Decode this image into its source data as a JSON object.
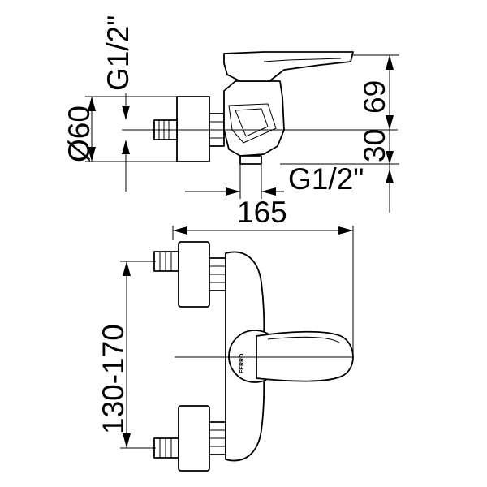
{
  "dimensions": {
    "thread_top": "G1/2\"",
    "diameter": "Ø60",
    "height_69": "69",
    "height_30": "30",
    "thread_bottom": "G1/2\"",
    "width_165": "165",
    "center_range": "130-170"
  },
  "brand": {
    "logo_text": "FERRO"
  }
}
